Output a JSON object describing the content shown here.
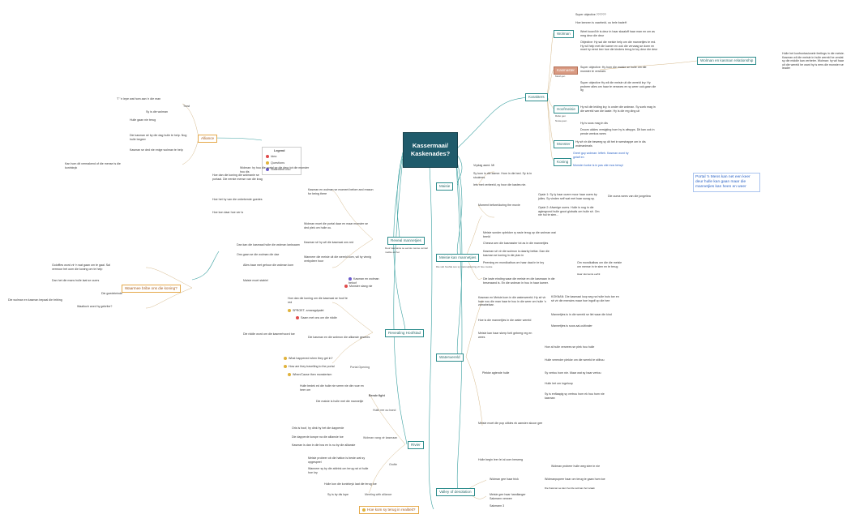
{
  "center": {
    "title": "Kassermaai/ Kaskenades?"
  },
  "legend": {
    "title": "Legend",
    "items": [
      {
        "label": "Idea",
        "color": "#e04b4b"
      },
      {
        "label": "Questions",
        "color": "#e0b23a"
      },
      {
        "label": "Statement info",
        "color": "#6a5acd"
      }
    ]
  },
  "callout": {
    "text": "Portal 'n Mens kan net een keer deur hulle kan gaan maar die mannetjies kan heen en weer"
  },
  "branches": {
    "karakters": "Karakters",
    "wolman_relation": "Wolman en kasman relationship",
    "wolman_relation_note": "Hulle het konfrontasionele feelings in die meisie. Kasman wil die meisie in hulle wereld he omdat sy die middle kan verbeter. Wolman: hy wil haar uit die wereld he want hy is eers die monster se leader",
    "maisie": "Maisie",
    "meisie_kan": "Meisie kan mannetjies",
    "meisie_kan_sub": "Die sub hoofde sou sy mannetjiesring vir hoe meisie",
    "waterwereld": "Waterwereld",
    "valley": "Valley of desolation",
    "hoe_kom": "Hoe kom sy terug in realiteit?",
    "rivier": "Rivier",
    "revealing": "Revealing Hoofstad",
    "reveal": "Reveal mannetjies",
    "reveal_sub": "Deur kasmanie se eerste mense verstel mekke ek het",
    "alliance": "Alliance",
    "waarmee": "Waarmee bribe ons die koning?"
  },
  "karakters": {
    "wolman": "Wolman",
    "kasmaster": "Kasmaster",
    "kasmaster_sub": "Mosh-jen",
    "hoofmeisie": "Hoofmeisie",
    "hoofmeisie_sub1": "Rabo gen",
    "hoofmeisie_sub2": "Nuwe-jeen",
    "monster": "Monster",
    "koning": "Koning",
    "wolman_notes": [
      "Super objective ??????",
      "Hoe kennen is vaarheid- ou bele badeH",
      "Weet boordVir is deur in haar skaaloff haar man en om as meg deur die deur",
      "Objective: Hy sal die meisie help om die mannetjies te red. Hy wil help met die kamer en ook die vervaag se doen en moet hy eerst leer hoe die kinders terug te kry deur die deur",
      "Super objective: Hy hom die maisie se hulle om die monster te verwoes"
    ],
    "hoofmeisie_notes": [
      "Super objective Hy wil die meisie uit die wereld kry. Hy probeer alles om haar te verwoes en sy weer ook gaan die lig",
      "Hy wil die leiding kry, is onder die wolman. Sy soek mag in die wereld van die kaste. Hy is die reg ding uit",
      "Hy is soos mag in dis",
      "Droom ukkies versigting hom hy is altwyps. Dit kan ook in pende werkos wees"
    ],
    "monster_note": "Hy sê vir die beweeg sy dit het in werstrappe om in dis wolmanimals",
    "koning_notes": [
      "Greet guy wolman: lefteh. Kasman wont hy gelalf en",
      "Monster korke is in pas olie mos terwyl"
    ]
  },
  "maisie": {
    "notes": [
      "Vrydag aand. Mi",
      "Sy kom in die kamer. Hom in die bed. Sy is in siuuimes.",
      "Iets met verbeeld, sy hoor die kastes nie.",
      "Moment before/during the movie"
    ],
    "subnotes": [
      "Opsie 1: Sy ly haar ouere moor haar ouers by julles. Sy vinden self wat met haar surag sy.",
      "Opsie 2: Afwerige ouers. Hulle is nog in die agtergrond hulle groot globalis om hulle sê. Om nie hul te sien...",
      "Die ouma wees van die jongeliea"
    ]
  },
  "meisie_kan_notes": [
    "Meisie sonder oplekker ry rasie terug op die wolman wat beeld",
    "Chesna sen die kasmaster tot as in die mannetjies",
    "Kasman sê vir die wolmon is daarby bettar. Dan die kasman se koning in die plan in",
    "Peersing en mondkalbus om haar daai in te kry",
    "Die laste einding waar die meisie en die kasmaan in die beseraand is. En die wolman in hou in haar kamer."
  ],
  "meisie_kan_side": [
    "Om mondkalbas om die die meisie om mense in te sien en te terug",
    "Haar skomente eerlik"
  ],
  "waterwereld": {
    "notes": [
      "Kasman en Meisie kom in die waterwereld. Hy sê vir haar nou die man haar te hou in die weer om hulle 'n zamahelaar.",
      "Hoe is die mannetjies in die water wereld",
      "Meisie kan haar skerp forti gebeeg reg en wees",
      "Plekke agtende hulle",
      "Meisie moet die pop uitkies ek aansien skoon gee",
      "Hulle begin leer lei al oom beweeg"
    ],
    "subnotes": [
      "KOKNAN: Die kasmaai loop seg na hulle huis toe en sê vir die mensies maar hoe ingolf op die hee",
      "Mannetjies is in die wereld se liet waar die kind",
      "Mannetjies is soos aai-cultivaler",
      "Hoe al hulle verwees se plek hou hulle",
      "Hulle verender plekke om die wereld te stilhou",
      "Sy vertou hom nie. Maar wat sy haar vertou",
      "Hulle het om ingeloop",
      "Sy is enflaapig sy vertrou hom ek hou hom nie kasman"
    ]
  },
  "valley": {
    "notes": [
      "Wolman gee haar trick",
      "Meisie gee haar handlanger Sakmann verwee",
      "Sakmann 3"
    ],
    "subnotes": [
      "Wolmanpopeer haar om terug te gaan hom toe",
      "Die Kasman se kam het die wolman bot wraak",
      "Wolman probeer hulle weg stee in nie"
    ]
  },
  "rivier": {
    "notes": [
      "Hulle bedek ed die hulle nie seem nie die roue en heer om",
      "Die maisie is hulle met die mannetjie",
      "Oris is hoof, hy dink hy het die dapperde",
      "Die dapperde kowpe na die alliansie toe",
      "Kasman is dan in die bos en is nu by die alliansie",
      "Meisie probeer ob die hatton is beste wat sy opgespeel",
      "Wanneer sy by die afdrink om terug rat ot hulle hoe kry",
      "Hulle kon die koninkryk laat die terug toe",
      "Sy is by dis lupe"
    ],
    "labels": [
      "Bende fight",
      "Hulle ree ou bond",
      "Wolman vang vir kasmaan",
      "Grofte",
      "Meeting with alliance"
    ]
  },
  "revealing": {
    "notes": [
      "Hoe dan die koning om die kasmaai se hoof te red",
      "SPROET- smaragdpalet",
      "Saam met ons om die riddle",
      "Die riddle word om die kasmerhoord toe",
      "Die kasman en die wolmon die alliansie gewees",
      "What happened when they get in?",
      "How are they travelling to the portal",
      "When/Cause then monsterism"
    ],
    "labels": [
      "Portal Opening"
    ]
  },
  "reveal": {
    "notes": [
      "Kasman en wolman se moment before and reason for being there",
      "Wolman: hy hou die portal se die deur tot die monster hou dis",
      "Wolman moet die portal daar en maar monster se ded plek om hulle ou.",
      "Kasman sê hy wil die kasmaai ons red",
      "Wanneer die meisie uit die wereld kom, wil hy vinnig verbydeer hoor",
      "Alles baar met gehoor die wolman kom",
      "Kasman en wolman beloof",
      "Monster slang nie",
      "Maisie moet stabiel"
    ],
    "side": [
      "Hoe dan die koning die wolmanie se portaal. Die eerste mense van die krag",
      "Hoe het hy van die onbekende goedes",
      "Hoe kon daar hoe ver is",
      "Dan kan die kasmaai hulle die wolman lanksaam",
      "Ons gaan se die wolman die dae"
    ]
  },
  "alliance_notes": [
    "'T' 'n lepe wat hom aan 'n die man",
    "Trost",
    "Sy is die wolman",
    "Hulle gaan nie terug",
    "Die kasman sê by die dag hulle te help. Nog hulle begeer",
    "Kasman se ded nie enige wolman te help",
    "Kan hom dit vermakend of die mense is die koninkryk"
  ],
  "waarmee_notes": [
    "Goloffles word vir 'n wat gaan om te gaal. Sal vermoor het oom die koning om te help",
    "Dan het die mans hulle laat se ouers",
    "Die goedeieinde",
    "Die wolman en kasman bepaal die bribing",
    "Waaltoch word hy gebribe?"
  ]
}
